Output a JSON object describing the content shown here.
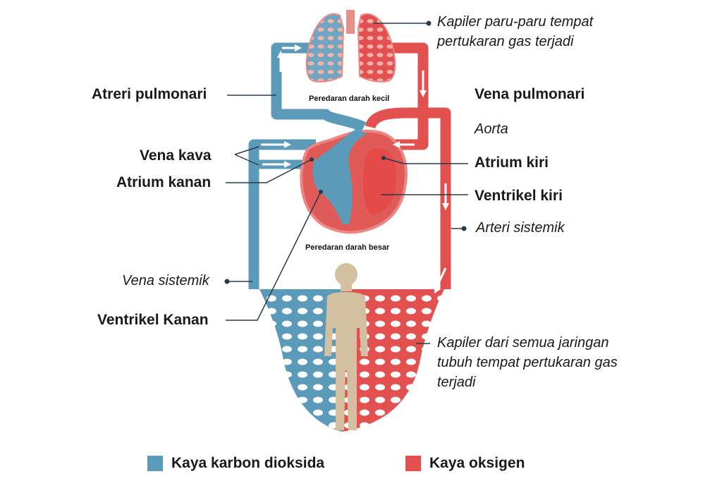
{
  "colors": {
    "deoxygenated": "#5b9ab8",
    "oxygenated": "#e2504f",
    "body_silhouette": "#d3c0a1",
    "leader_line": "#2a3a4a"
  },
  "labels": {
    "kapiler_paru": "Kapiler paru-paru tempat pertukaran gas terjadi",
    "atreri_pulmonari": "Atreri pulmonari",
    "vena_pulmonari": "Vena pulmonari",
    "aorta": "Aorta",
    "vena_kava": "Vena kava",
    "atrium_kanan": "Atrium kanan",
    "atrium_kiri": "Atrium kiri",
    "ventrikel_kiri": "Ventrikel kiri",
    "arteri_sistemik": "Arteri sistemik",
    "vena_sistemik": "Vena sistemik",
    "ventrikel_kanan": "Ventrikel Kanan",
    "kapiler_jaringan": "Kapiler dari semua jaringan tubuh tempat pertukaran gas terjadi",
    "peredaran_kecil": "Peredaran darah kecil",
    "peredaran_besar": "Peredaran darah besar"
  },
  "legend": [
    {
      "label": "Kaya karbon dioksida",
      "color": "#5b9ab8"
    },
    {
      "label": "Kaya oksigen",
      "color": "#e2504f"
    }
  ]
}
